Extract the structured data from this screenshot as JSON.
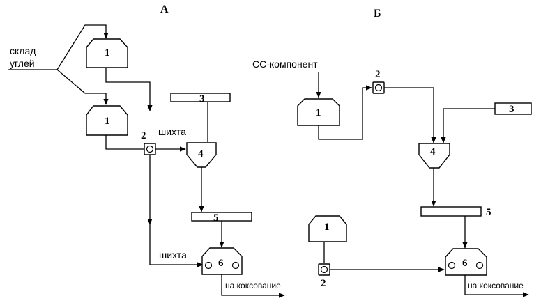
{
  "scheme_a": {
    "title": "А",
    "source_label_line1": "склад",
    "source_label_line2": "углей",
    "bunker_top_num": "1",
    "bunker_bottom_num": "1",
    "mixer_num": "2",
    "mix_label_1": "шихта",
    "feeder_num": "3",
    "hopper_num": "4",
    "conveyor_num": "5",
    "mix_label_2": "шихта",
    "battery_num": "6",
    "out_label": "на коксование"
  },
  "scheme_b": {
    "title": "Б",
    "component_label": "СС-компонент",
    "bunker_top_num": "1",
    "mixer_top_num": "2",
    "feeder_num": "3",
    "hopper_num": "4",
    "conveyor_num": "5",
    "bunker_bottom_num": "1",
    "mixer_bottom_num": "2",
    "battery_num": "6",
    "out_label": "на коксование"
  },
  "colors": {
    "line": "#000000",
    "background": "#ffffff"
  }
}
